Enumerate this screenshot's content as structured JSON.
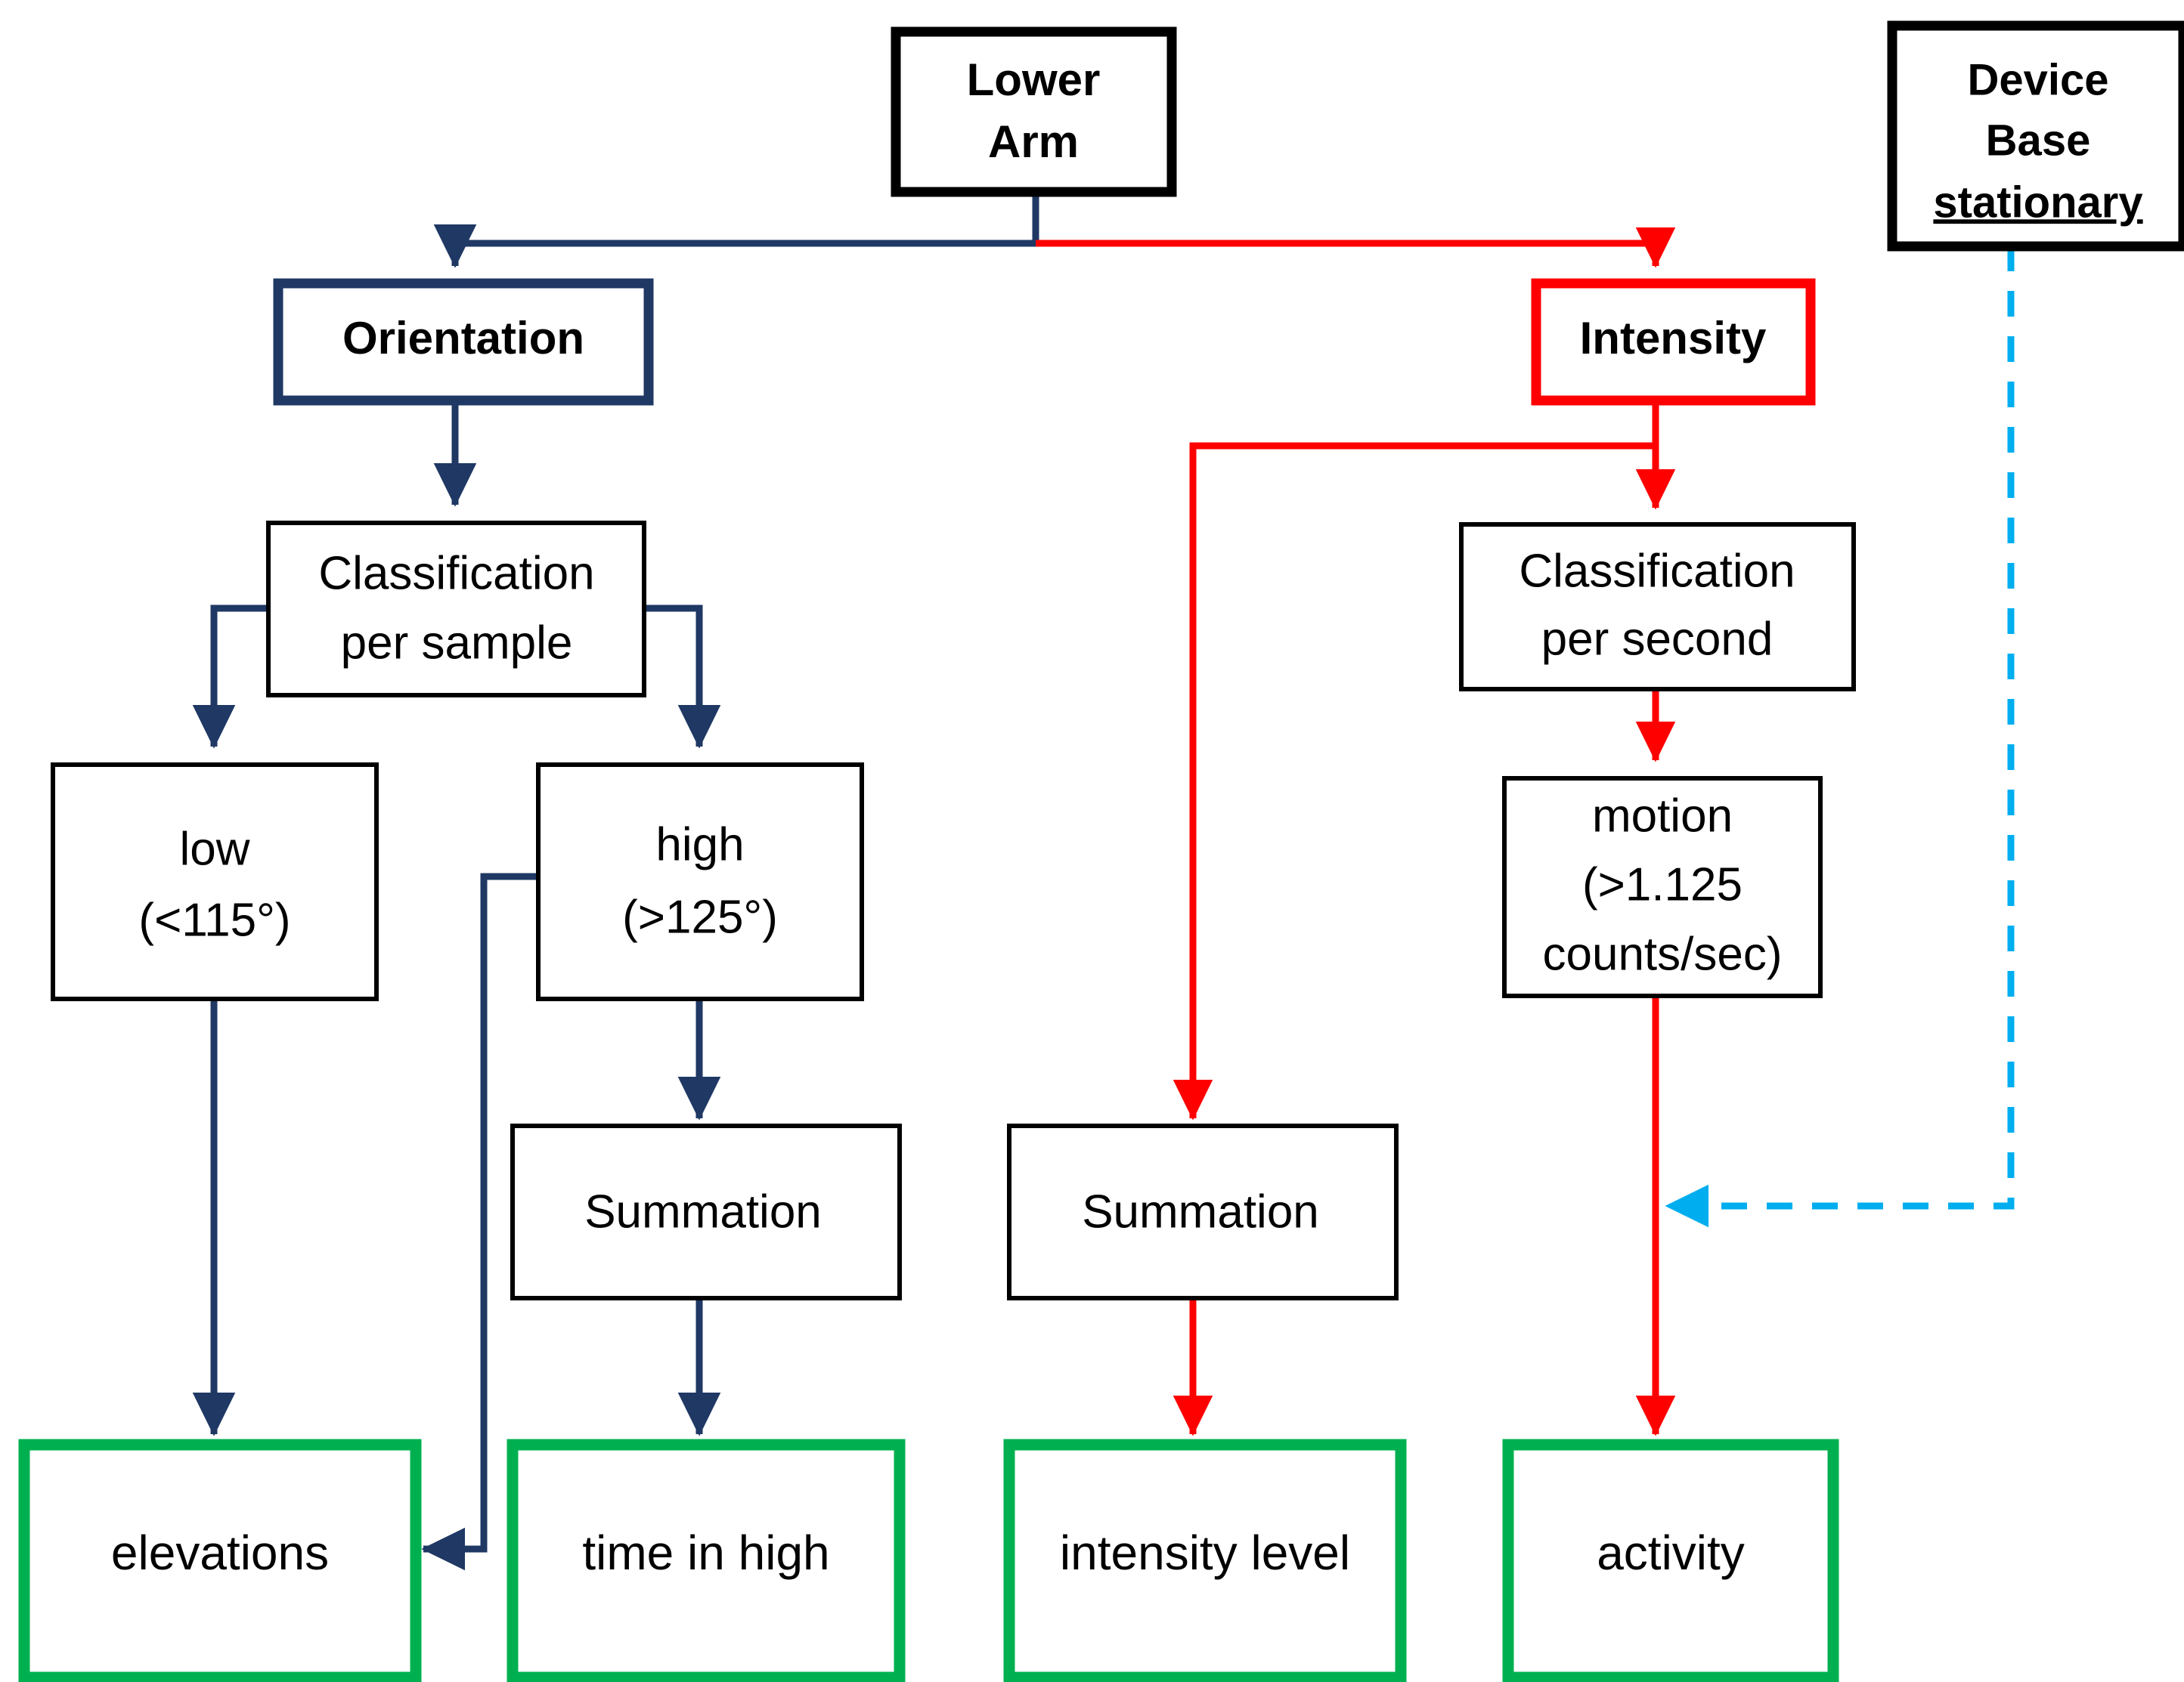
{
  "diagram": {
    "title": "Lower Arm sensor data processing flowchart",
    "colors": {
      "black": "#000000",
      "navy": "#1F3864",
      "red": "#FF0000",
      "green": "#00B050",
      "cyan": "#00AEEF",
      "white": "#FFFFFF"
    },
    "nodes": {
      "lower_arm": {
        "label_line1": "Lower",
        "label_line2": "Arm"
      },
      "device_base": {
        "label_line1": "Device",
        "label_line2": "Base",
        "label_line3": "stationary"
      },
      "orientation": {
        "label": "Orientation"
      },
      "intensity": {
        "label": "Intensity"
      },
      "classification_per_sample": {
        "label_line1": "Classification",
        "label_line2": "per sample"
      },
      "classification_per_second": {
        "label_line1": "Classification",
        "label_line2": "per second"
      },
      "low": {
        "label_line1": "low",
        "label_line2": "(<115°)"
      },
      "high": {
        "label_line1": "high",
        "label_line2": "(>125°)"
      },
      "motion": {
        "label_line1": "motion",
        "label_line2": "(>1.125",
        "label_line3": "counts/sec)"
      },
      "summation_left": {
        "label": "Summation"
      },
      "summation_right": {
        "label": "Summation"
      },
      "elevations": {
        "label": "elevations"
      },
      "time_in_high": {
        "label": "time in high"
      },
      "intensity_level": {
        "label": "intensity level"
      },
      "activity": {
        "label": "activity"
      }
    },
    "edges": [
      {
        "name": "lower-arm-to-orientation",
        "color": "#1F3864",
        "style": "solid"
      },
      {
        "name": "lower-arm-to-intensity",
        "color": "#FF0000",
        "style": "solid"
      },
      {
        "name": "orientation-to-classification-per-sample",
        "color": "#1F3864",
        "style": "solid"
      },
      {
        "name": "classification-per-sample-to-low",
        "color": "#1F3864",
        "style": "solid"
      },
      {
        "name": "classification-per-sample-to-high",
        "color": "#1F3864",
        "style": "solid"
      },
      {
        "name": "low-to-elevations",
        "color": "#1F3864",
        "style": "solid"
      },
      {
        "name": "high-to-elevations",
        "color": "#1F3864",
        "style": "solid"
      },
      {
        "name": "high-to-summation-left",
        "color": "#1F3864",
        "style": "solid"
      },
      {
        "name": "summation-left-to-time-in-high",
        "color": "#1F3864",
        "style": "solid"
      },
      {
        "name": "intensity-to-summation-right",
        "color": "#FF0000",
        "style": "solid"
      },
      {
        "name": "intensity-to-classification-per-second",
        "color": "#FF0000",
        "style": "solid"
      },
      {
        "name": "classification-per-second-to-motion",
        "color": "#FF0000",
        "style": "solid"
      },
      {
        "name": "summation-right-to-intensity-level",
        "color": "#FF0000",
        "style": "solid"
      },
      {
        "name": "motion-to-activity",
        "color": "#FF0000",
        "style": "solid"
      },
      {
        "name": "device-base-to-activity-branch",
        "color": "#00AEEF",
        "style": "dashed"
      }
    ]
  }
}
